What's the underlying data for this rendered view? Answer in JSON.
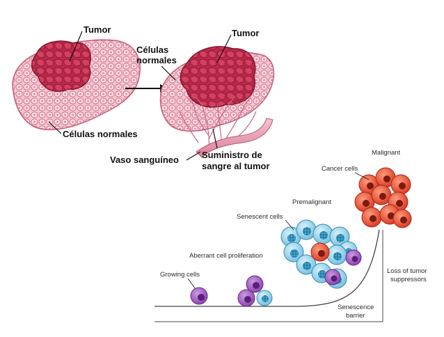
{
  "top_figure": {
    "label_tumor_left": "Tumor",
    "label_tumor_right": "Tumor",
    "label_normal_cells_right_line1": "Células",
    "label_normal_cells_right_line2": "normales",
    "label_normal_cells_bottom": "Células normales",
    "label_blood_vessel": "Vaso sanguíneo",
    "label_blood_supply_line1": "Suministro de",
    "label_blood_supply_line2": "sangre al tumor"
  },
  "bottom_figure": {
    "label_malignant": "Malignant",
    "label_cancer_cells": "Cancer cells",
    "label_premalignant": "Premalignant",
    "label_senescent_cells": "Senescent cells",
    "label_aberrant": "Aberrant cell proliferation",
    "label_growing_cells": "Growing cells",
    "label_loss_line1": "Loss of tumor",
    "label_loss_line2": "suppressors",
    "label_senescence_line1": "Senescence",
    "label_senescence_line2": "barrier"
  },
  "colors": {
    "tumor": "#c8304f",
    "normal_cell": "#f4b6c2",
    "vessel": "#e9a2b5",
    "growing_cell": "#9b59b6",
    "senescent_cell": "#7ec8e3",
    "cancer_cell": "#e8533a"
  }
}
